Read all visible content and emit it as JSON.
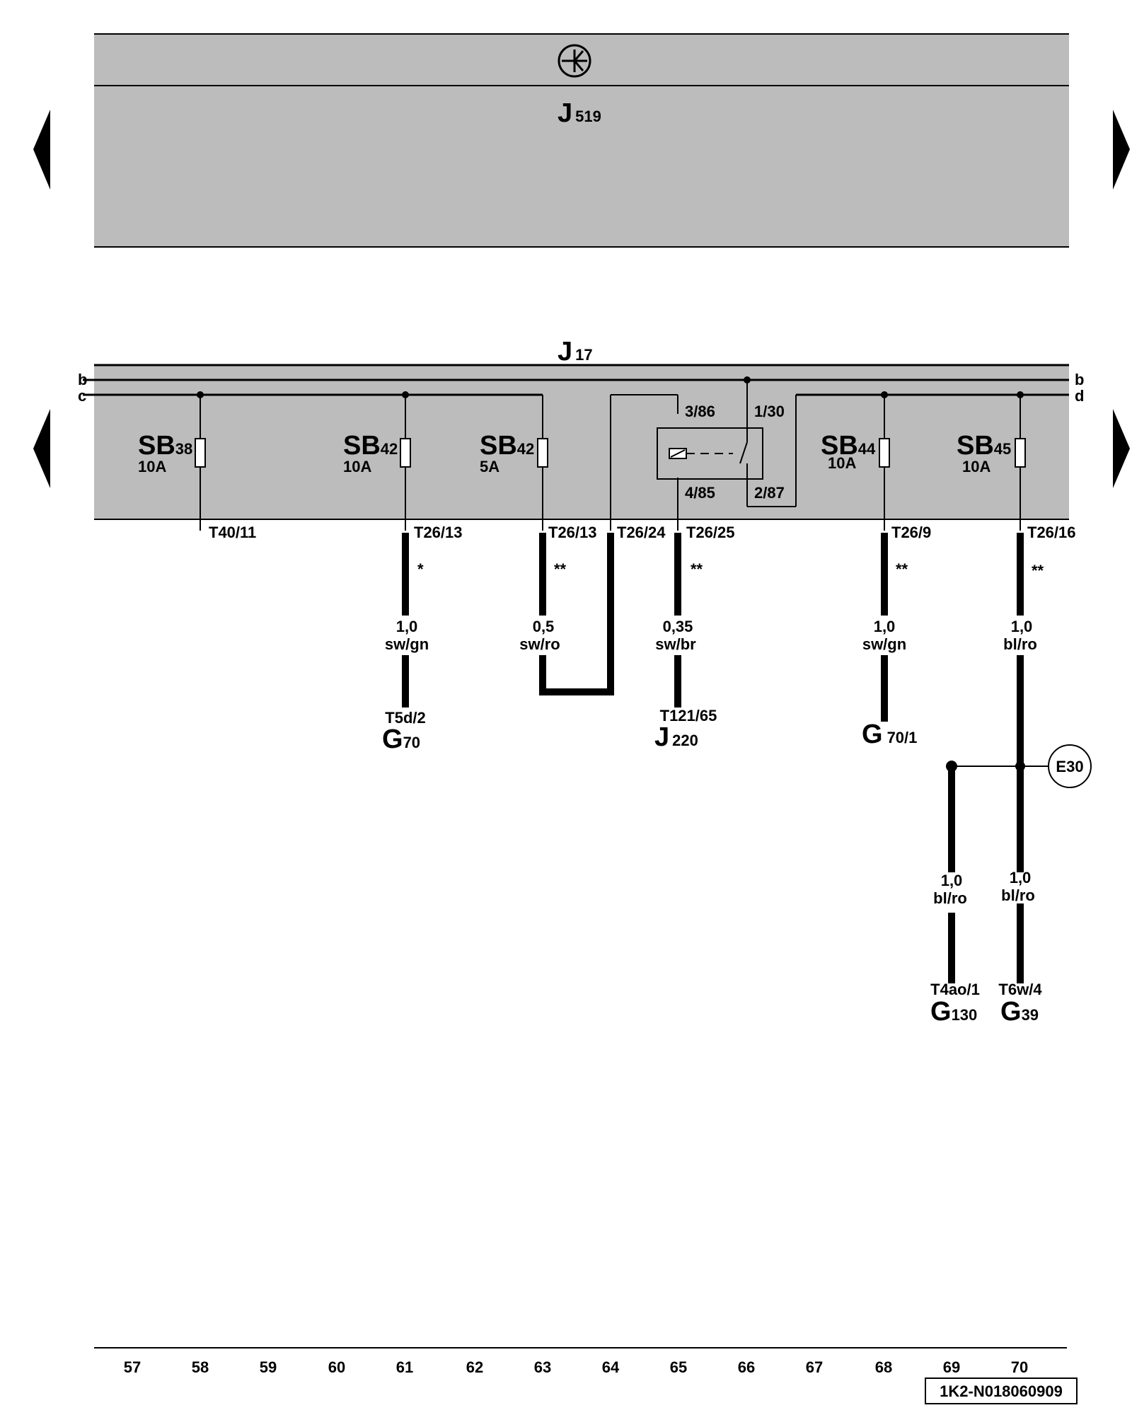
{
  "top_module": {
    "letter": "J",
    "number": "519",
    "icon": "ground-circle-icon"
  },
  "relay_box": {
    "letter": "J",
    "number": "17"
  },
  "bus_labels": {
    "b_left": "b",
    "c_left": "c",
    "b_right": "b",
    "d_right": "d"
  },
  "fuses": [
    {
      "prefix": "SB",
      "number": "38",
      "rating": "10A"
    },
    {
      "prefix": "SB",
      "number": "42",
      "rating": "10A"
    },
    {
      "prefix": "SB",
      "number": "42",
      "rating": "5A"
    },
    {
      "prefix": "SB",
      "number": "44",
      "rating": "10A"
    },
    {
      "prefix": "SB",
      "number": "45",
      "rating": "10A"
    }
  ],
  "relay_pins": [
    "3/86",
    "1/30",
    "4/85",
    "2/87"
  ],
  "connectors": [
    "T40/11",
    "T26/13",
    "T26/13",
    "T26/24",
    "T26/25",
    "T26/9",
    "T26/16"
  ],
  "stars": [
    "*",
    "**",
    "**",
    "**",
    "**"
  ],
  "wires": [
    {
      "size": "1,0",
      "color": "sw/gn"
    },
    {
      "size": "0,5",
      "color": "sw/ro"
    },
    {
      "size": "0,35",
      "color": "sw/br"
    },
    {
      "size": "1,0",
      "color": "sw/gn"
    },
    {
      "size": "1,0",
      "color": "bl/ro"
    },
    {
      "size": "1,0",
      "color": "bl/ro"
    },
    {
      "size": "1,0",
      "color": "bl/ro"
    }
  ],
  "components": [
    {
      "pin": "T5d/2",
      "letter": "G",
      "number": "70"
    },
    {
      "pin": "T121/65",
      "letter": "J",
      "number": "220"
    },
    {
      "pin": "",
      "letter": "G",
      "number": "70/1"
    },
    {
      "pin": "T4ao/1",
      "letter": "G",
      "number": "130"
    },
    {
      "pin": "T6w/4",
      "letter": "G",
      "number": "39"
    }
  ],
  "junction": "E30",
  "columns": [
    "57",
    "58",
    "59",
    "60",
    "61",
    "62",
    "63",
    "64",
    "65",
    "66",
    "67",
    "68",
    "69",
    "70"
  ],
  "doc_id": "1K2-N018060909"
}
